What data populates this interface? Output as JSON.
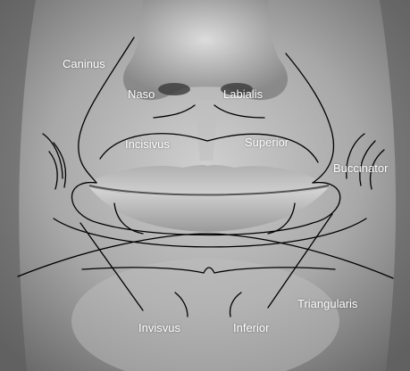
{
  "diagram": {
    "labels": {
      "caninus": "Caninus",
      "naso": "Naso",
      "labialis": "Labialis",
      "incisivus": "Incisivus",
      "superior": "Superior",
      "buccinator": "Buccinator",
      "triangularis": "Triangularis",
      "invisvus": "Invisvus",
      "inferior": "Inferior"
    },
    "colors": {
      "skin_light": "#c9c9c9",
      "skin_mid": "#9a9a9a",
      "skin_dark": "#4a4a4a",
      "lines": "#000000",
      "label_text": "#ffffff"
    }
  }
}
